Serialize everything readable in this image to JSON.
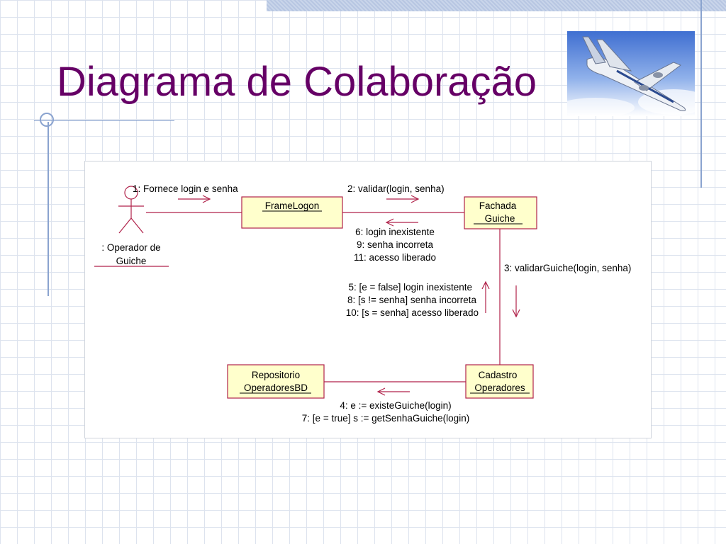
{
  "slide": {
    "title": "Diagrama de Colaboração",
    "image_icon": "airplane-icon",
    "accent_color": "#660066"
  },
  "diagram": {
    "line_color": "#b0224a",
    "box_fill": "#ffffcc",
    "actor": {
      "line1": ": Operador de",
      "line2": "Guiche"
    },
    "objects": [
      {
        "id": "framelogon",
        "lines": [
          "FrameLogon"
        ]
      },
      {
        "id": "fachada",
        "lines": [
          "Fachada",
          "Guiche"
        ]
      },
      {
        "id": "repositorio",
        "lines": [
          "Repositorio",
          "OperadoresBD"
        ]
      },
      {
        "id": "cadastro",
        "lines": [
          "Cadastro",
          "Operadores"
        ]
      }
    ],
    "messages": {
      "m1": "1: Fornece login e senha",
      "m2": "2: validar(login, senha)",
      "m3": "3: validarGuiche(login, senha)",
      "returns_fachada": [
        "6: login inexistente",
        "9: senha incorreta",
        "11: acesso liberado"
      ],
      "returns_cadastro": [
        "5: [e = false] login inexistente",
        "8: [s != senha] senha incorreta",
        "10: [s = senha] acesso liberado"
      ],
      "calls_repositorio": [
        "4: e := existeGuiche(login)",
        "7: [e = true] s := getSenhaGuiche(login)"
      ]
    }
  }
}
